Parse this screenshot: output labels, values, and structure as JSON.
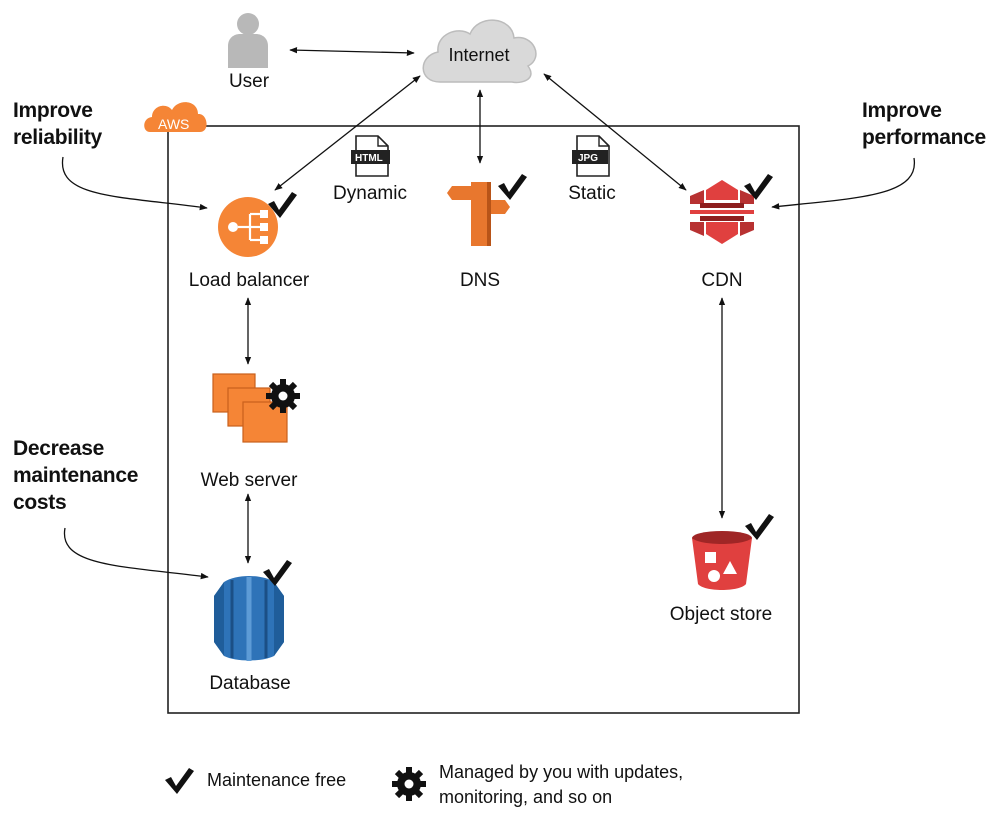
{
  "nodes": {
    "user": "User",
    "internet": "Internet",
    "aws": "AWS",
    "dynamic": "Dynamic",
    "dynamic_filetype": "HTML",
    "static": "Static",
    "static_filetype": "JPG",
    "load_balancer": "Load balancer",
    "dns": "DNS",
    "cdn": "CDN",
    "web_server": "Web server",
    "database": "Database",
    "object_store": "Object store"
  },
  "annotations": {
    "reliability": [
      "Improve",
      "reliability"
    ],
    "performance": [
      "Improve",
      "performance"
    ],
    "maintenance": [
      "Decrease",
      "maintenance",
      "costs"
    ]
  },
  "legend": {
    "maintenance_free": "Maintenance free",
    "managed": [
      "Managed by you with updates,",
      "monitoring, and so on"
    ]
  },
  "icons": {
    "user": "user-icon",
    "internet": "cloud-icon",
    "aws": "aws-badge-icon",
    "load_balancer": "load-balancer-icon",
    "dns": "dns-signpost-icon",
    "cdn": "cdn-icon",
    "web_server": "web-server-stack-icon",
    "database": "database-icon",
    "object_store": "bucket-icon",
    "checkmark": "checkmark-icon",
    "gear": "gear-icon",
    "html_file": "html-file-icon",
    "jpg_file": "jpg-file-icon"
  },
  "colors": {
    "aws_orange": "#f58536",
    "dns_orange": "#e8772e",
    "cdn_red": "#e0403f",
    "db_blue": "#2e73b8",
    "bucket_red": "#e0403f",
    "cloud_grey": "#d8d8d8",
    "user_grey": "#b8b8b8"
  }
}
